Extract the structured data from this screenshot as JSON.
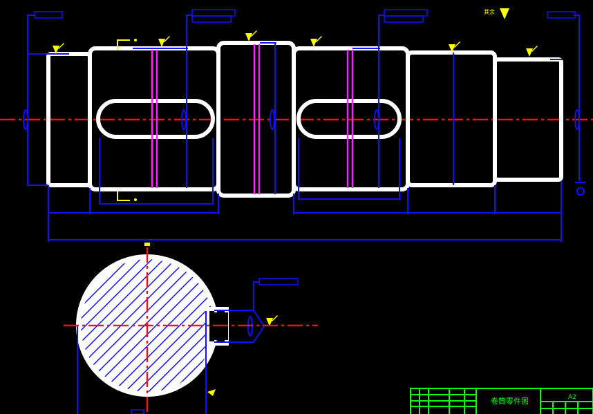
{
  "drawing": {
    "colors": {
      "outline": "#ffffff",
      "dimension": "#1010ff",
      "centerline": "#ff1010",
      "keyway": "#ff20ff",
      "roughness": "#ffff00",
      "title_block": "#10ff10"
    },
    "roughness_note": "其余",
    "icons": [
      "surface-roughness-icon",
      "section-arrow-icon",
      "datum-icon"
    ]
  },
  "title_block": {
    "drawing_name": "卷筒零件图",
    "sheet_size": "A2"
  }
}
